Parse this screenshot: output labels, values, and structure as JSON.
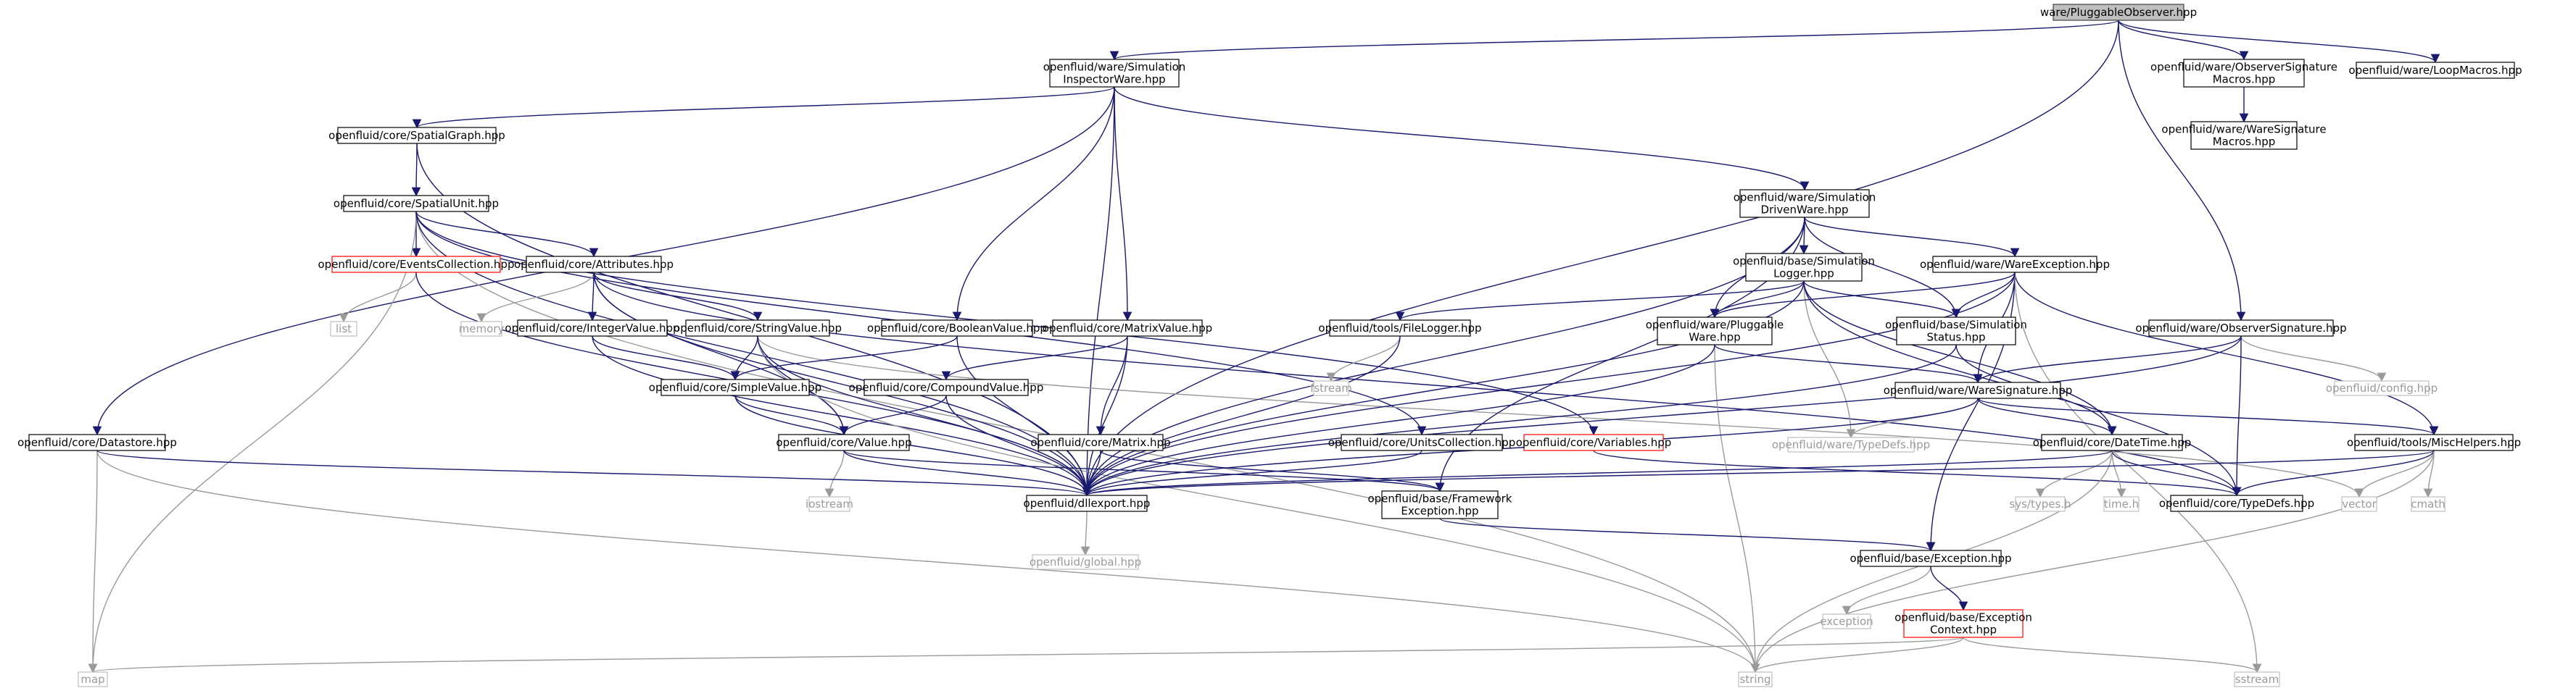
{
  "diagram": {
    "nodes": [
      {
        "id": "root",
        "lines": [
          "ware/PluggableObserver.hpp"
        ],
        "style": "root"
      },
      {
        "id": "siw",
        "lines": [
          "openfluid/ware/Simulation",
          "InspectorWare.hpp"
        ],
        "style": "normal"
      },
      {
        "id": "osm",
        "lines": [
          "openfluid/ware/ObserverSignature",
          "Macros.hpp"
        ],
        "style": "normal"
      },
      {
        "id": "loop",
        "lines": [
          "openfluid/ware/LoopMacros.hpp"
        ],
        "style": "normal"
      },
      {
        "id": "wsm",
        "lines": [
          "openfluid/ware/WareSignature",
          "Macros.hpp"
        ],
        "style": "normal"
      },
      {
        "id": "sgraph",
        "lines": [
          "openfluid/core/SpatialGraph.hpp"
        ],
        "style": "normal"
      },
      {
        "id": "sdw",
        "lines": [
          "openfluid/ware/Simulation",
          "DrivenWare.hpp"
        ],
        "style": "normal"
      },
      {
        "id": "sunit",
        "lines": [
          "openfluid/core/SpatialUnit.hpp"
        ],
        "style": "normal"
      },
      {
        "id": "events",
        "lines": [
          "openfluid/core/EventsCollection.hpp"
        ],
        "style": "red"
      },
      {
        "id": "attrs",
        "lines": [
          "openfluid/core/Attributes.hpp"
        ],
        "style": "normal"
      },
      {
        "id": "slogger",
        "lines": [
          "openfluid/base/Simulation",
          "Logger.hpp"
        ],
        "style": "normal"
      },
      {
        "id": "wexc",
        "lines": [
          "openfluid/ware/WareException.hpp"
        ],
        "style": "normal"
      },
      {
        "id": "list",
        "lines": [
          "list"
        ],
        "style": "sys"
      },
      {
        "id": "memory",
        "lines": [
          "memory"
        ],
        "style": "sys"
      },
      {
        "id": "intval",
        "lines": [
          "openfluid/core/IntegerValue.hpp"
        ],
        "style": "normal"
      },
      {
        "id": "strval",
        "lines": [
          "openfluid/core/StringValue.hpp"
        ],
        "style": "normal"
      },
      {
        "id": "boolval",
        "lines": [
          "openfluid/core/BooleanValue.hpp"
        ],
        "style": "normal"
      },
      {
        "id": "matval",
        "lines": [
          "openfluid/core/MatrixValue.hpp"
        ],
        "style": "normal"
      },
      {
        "id": "filelog",
        "lines": [
          "openfluid/tools/FileLogger.hpp"
        ],
        "style": "normal"
      },
      {
        "id": "pware",
        "lines": [
          "openfluid/ware/Pluggable",
          "Ware.hpp"
        ],
        "style": "normal"
      },
      {
        "id": "sstatus",
        "lines": [
          "openfluid/base/Simulation",
          "Status.hpp"
        ],
        "style": "normal"
      },
      {
        "id": "osig",
        "lines": [
          "openfluid/ware/ObserverSignature.hpp"
        ],
        "style": "normal"
      },
      {
        "id": "simpval",
        "lines": [
          "openfluid/core/SimpleValue.hpp"
        ],
        "style": "normal"
      },
      {
        "id": "compval",
        "lines": [
          "openfluid/core/CompoundValue.hpp"
        ],
        "style": "normal"
      },
      {
        "id": "fstream",
        "lines": [
          "fstream"
        ],
        "style": "sys"
      },
      {
        "id": "wsig",
        "lines": [
          "openfluid/ware/WareSignature.hpp"
        ],
        "style": "normal"
      },
      {
        "id": "config",
        "lines": [
          "openfluid/config.hpp"
        ],
        "style": "sys"
      },
      {
        "id": "wtypedefs",
        "lines": [
          "openfluid/ware/TypeDefs.hpp"
        ],
        "style": "sys"
      },
      {
        "id": "datastore",
        "lines": [
          "openfluid/core/Datastore.hpp"
        ],
        "style": "normal"
      },
      {
        "id": "value",
        "lines": [
          "openfluid/core/Value.hpp"
        ],
        "style": "normal"
      },
      {
        "id": "matrix",
        "lines": [
          "openfluid/core/Matrix.hpp"
        ],
        "style": "normal"
      },
      {
        "id": "units",
        "lines": [
          "openfluid/core/UnitsCollection.hpp"
        ],
        "style": "normal"
      },
      {
        "id": "vars",
        "lines": [
          "openfluid/core/Variables.hpp"
        ],
        "style": "red"
      },
      {
        "id": "datetime",
        "lines": [
          "openfluid/core/DateTime.hpp"
        ],
        "style": "normal"
      },
      {
        "id": "misc",
        "lines": [
          "openfluid/tools/MiscHelpers.hpp"
        ],
        "style": "normal"
      },
      {
        "id": "export",
        "lines": [
          "openfluid/dllexport.hpp"
        ],
        "style": "normal"
      },
      {
        "id": "fwexc",
        "lines": [
          "openfluid/base/Framework",
          "Exception.hpp"
        ],
        "style": "normal"
      },
      {
        "id": "iostream",
        "lines": [
          "iostream"
        ],
        "style": "sys"
      },
      {
        "id": "systypes",
        "lines": [
          "sys/types.h"
        ],
        "style": "sys"
      },
      {
        "id": "timeh",
        "lines": [
          "time.h"
        ],
        "style": "sys"
      },
      {
        "id": "ctypedefs",
        "lines": [
          "openfluid/core/TypeDefs.hpp"
        ],
        "style": "normal"
      },
      {
        "id": "vector",
        "lines": [
          "vector"
        ],
        "style": "sys"
      },
      {
        "id": "cmath",
        "lines": [
          "cmath"
        ],
        "style": "sys"
      },
      {
        "id": "global",
        "lines": [
          "openfluid/global.hpp"
        ],
        "style": "sys"
      },
      {
        "id": "baseexc",
        "lines": [
          "openfluid/base/Exception.hpp"
        ],
        "style": "normal"
      },
      {
        "id": "exception",
        "lines": [
          "exception"
        ],
        "style": "sys"
      },
      {
        "id": "exccontext",
        "lines": [
          "openfluid/base/Exception",
          "Context.hpp"
        ],
        "style": "red"
      },
      {
        "id": "map",
        "lines": [
          "map"
        ],
        "style": "sys"
      },
      {
        "id": "string",
        "lines": [
          "string"
        ],
        "style": "sys"
      },
      {
        "id": "sstream",
        "lines": [
          "sstream"
        ],
        "style": "sys"
      }
    ],
    "edges": [
      [
        "root",
        "siw"
      ],
      [
        "root",
        "osm"
      ],
      [
        "root",
        "loop"
      ],
      [
        "root",
        "osig"
      ],
      [
        "root",
        "export"
      ],
      [
        "osm",
        "wsm"
      ],
      [
        "siw",
        "sgraph"
      ],
      [
        "siw",
        "sdw"
      ],
      [
        "siw",
        "boolval"
      ],
      [
        "siw",
        "matval"
      ],
      [
        "siw",
        "datastore"
      ],
      [
        "siw",
        "export"
      ],
      [
        "sgraph",
        "sunit"
      ],
      [
        "sgraph",
        "export"
      ],
      [
        "sunit",
        "events"
      ],
      [
        "sunit",
        "attrs"
      ],
      [
        "sunit",
        "map"
      ],
      [
        "sunit",
        "string"
      ],
      [
        "sunit",
        "units"
      ],
      [
        "sunit",
        "vars"
      ],
      [
        "sunit",
        "export"
      ],
      [
        "events",
        "list"
      ],
      [
        "events",
        "export"
      ],
      [
        "attrs",
        "memory"
      ],
      [
        "attrs",
        "intval"
      ],
      [
        "attrs",
        "strval"
      ],
      [
        "attrs",
        "value"
      ],
      [
        "attrs",
        "ctypedefs"
      ],
      [
        "attrs",
        "export"
      ],
      [
        "intval",
        "simpval"
      ],
      [
        "intval",
        "export"
      ],
      [
        "strval",
        "simpval"
      ],
      [
        "strval",
        "value"
      ],
      [
        "strval",
        "string"
      ],
      [
        "strval",
        "vector"
      ],
      [
        "strval",
        "export"
      ],
      [
        "boolval",
        "simpval"
      ],
      [
        "boolval",
        "export"
      ],
      [
        "matval",
        "compval"
      ],
      [
        "matval",
        "matrix"
      ],
      [
        "matval",
        "export"
      ],
      [
        "simpval",
        "value"
      ],
      [
        "simpval",
        "export"
      ],
      [
        "compval",
        "value"
      ],
      [
        "compval",
        "export"
      ],
      [
        "value",
        "iostream"
      ],
      [
        "value",
        "export"
      ],
      [
        "value",
        "fwexc"
      ],
      [
        "matrix",
        "export"
      ],
      [
        "matrix",
        "fwexc"
      ],
      [
        "datastore",
        "map"
      ],
      [
        "datastore",
        "string"
      ],
      [
        "datastore",
        "export"
      ],
      [
        "units",
        "export"
      ],
      [
        "vars",
        "ctypedefs"
      ],
      [
        "sdw",
        "slogger"
      ],
      [
        "sdw",
        "wexc"
      ],
      [
        "sdw",
        "pware"
      ],
      [
        "sdw",
        "sstatus"
      ],
      [
        "sdw",
        "export"
      ],
      [
        "sdw",
        "fwexc"
      ],
      [
        "slogger",
        "filelog"
      ],
      [
        "slogger",
        "pware"
      ],
      [
        "slogger",
        "sstatus"
      ],
      [
        "slogger",
        "datetime"
      ],
      [
        "slogger",
        "wtypedefs"
      ],
      [
        "slogger",
        "ctypedefs"
      ],
      [
        "slogger",
        "export"
      ],
      [
        "wexc",
        "pware"
      ],
      [
        "wexc",
        "sstatus"
      ],
      [
        "wexc",
        "wsig"
      ],
      [
        "wexc",
        "misc"
      ],
      [
        "wexc",
        "baseexc"
      ],
      [
        "wexc",
        "sstream"
      ],
      [
        "wexc",
        "export"
      ],
      [
        "filelog",
        "fstream"
      ],
      [
        "filelog",
        "export"
      ],
      [
        "pware",
        "wsig"
      ],
      [
        "pware",
        "string"
      ],
      [
        "pware",
        "export"
      ],
      [
        "sstatus",
        "datetime"
      ],
      [
        "sstatus",
        "export"
      ],
      [
        "osig",
        "wsig"
      ],
      [
        "osig",
        "config"
      ],
      [
        "osig",
        "ctypedefs"
      ],
      [
        "osig",
        "export"
      ],
      [
        "wsig",
        "wtypedefs"
      ],
      [
        "wsig",
        "datetime"
      ],
      [
        "wsig",
        "misc"
      ],
      [
        "wsig",
        "export"
      ],
      [
        "datetime",
        "systypes"
      ],
      [
        "datetime",
        "timeh"
      ],
      [
        "datetime",
        "ctypedefs"
      ],
      [
        "datetime",
        "string"
      ],
      [
        "datetime",
        "export"
      ],
      [
        "misc",
        "vector"
      ],
      [
        "misc",
        "cmath"
      ],
      [
        "misc",
        "ctypedefs"
      ],
      [
        "misc",
        "string"
      ],
      [
        "misc",
        "export"
      ],
      [
        "export",
        "global"
      ],
      [
        "fwexc",
        "baseexc"
      ],
      [
        "baseexc",
        "exception"
      ],
      [
        "baseexc",
        "exccontext"
      ],
      [
        "exccontext",
        "map"
      ],
      [
        "exccontext",
        "string"
      ],
      [
        "exccontext",
        "sstream"
      ]
    ]
  }
}
